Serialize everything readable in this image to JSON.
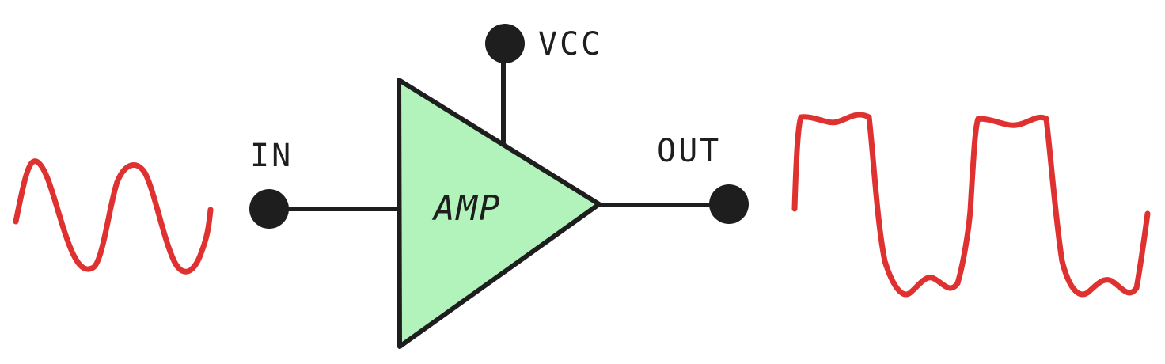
{
  "labels": {
    "vcc": "VCC",
    "in": "IN",
    "out": "OUT",
    "amp": "AMP"
  },
  "colors": {
    "amp_fill": "#b2f2bb",
    "stroke": "#1e1e1e",
    "signal": "#e03131"
  }
}
